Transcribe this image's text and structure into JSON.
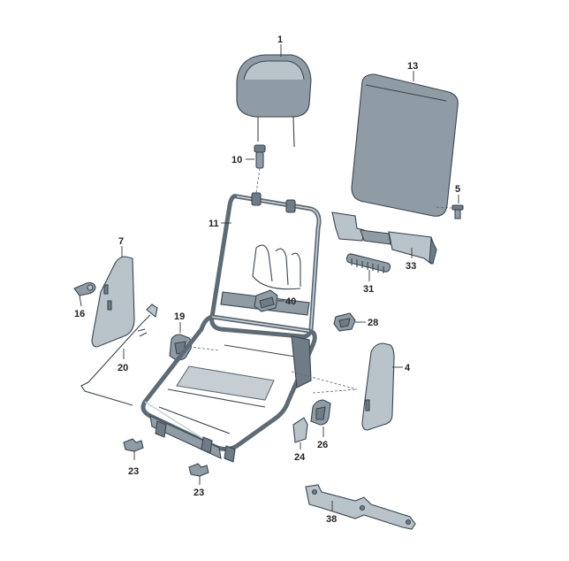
{
  "diagram": {
    "parts": [
      {
        "id": "headrest",
        "label": "1"
      },
      {
        "id": "backrest-cover",
        "label": "13"
      },
      {
        "id": "guide-sleeve",
        "label": "10"
      },
      {
        "id": "screw-5",
        "label": "5"
      },
      {
        "id": "backrest-frame",
        "label": "11"
      },
      {
        "id": "trim-bracket-33",
        "label": "33"
      },
      {
        "id": "side-trim-left",
        "label": "7"
      },
      {
        "id": "bolt-strip",
        "label": "31"
      },
      {
        "id": "lever-16",
        "label": "16"
      },
      {
        "id": "clip-40",
        "label": "40"
      },
      {
        "id": "cable",
        "label": "20"
      },
      {
        "id": "handle-19",
        "label": "19"
      },
      {
        "id": "clip-28",
        "label": "28"
      },
      {
        "id": "side-trim-right",
        "label": "4"
      },
      {
        "id": "cover-cap-26",
        "label": "26"
      },
      {
        "id": "cap-24",
        "label": "24"
      },
      {
        "id": "clip-23a",
        "label": "23"
      },
      {
        "id": "clip-23b",
        "label": "23"
      },
      {
        "id": "rail-38",
        "label": "38"
      }
    ]
  }
}
